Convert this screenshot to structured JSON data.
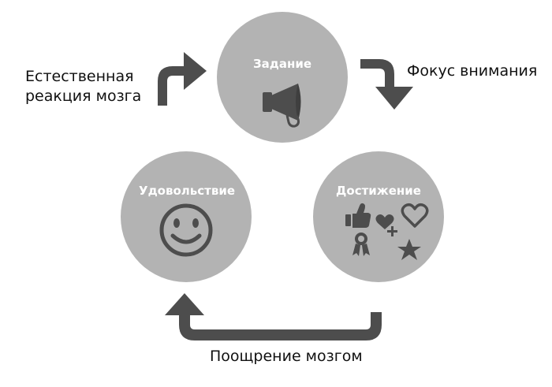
{
  "colors": {
    "circle_fill": "#b3b3b3",
    "arrow_fill": "#4d4d4d",
    "icon_fill": "#4d4d4d",
    "text": "#111111"
  },
  "nodes": {
    "task": {
      "title": "Задание",
      "icon": "megaphone-icon"
    },
    "achievement": {
      "title": "Достижение",
      "icons": [
        "thumbs-up-icon",
        "heart-plus-icon",
        "heart-outline-icon",
        "award-ribbon-icon",
        "star-icon"
      ]
    },
    "pleasure": {
      "title": "Удовольствие",
      "icon": "smiley-icon"
    }
  },
  "arrows": {
    "natural_reaction": {
      "label_line1": "Естественная",
      "label_line2": "реакция мозга"
    },
    "attention_focus": {
      "label": "Фокус внимания"
    },
    "brain_reward": {
      "label": "Поощрение мозгом"
    }
  }
}
